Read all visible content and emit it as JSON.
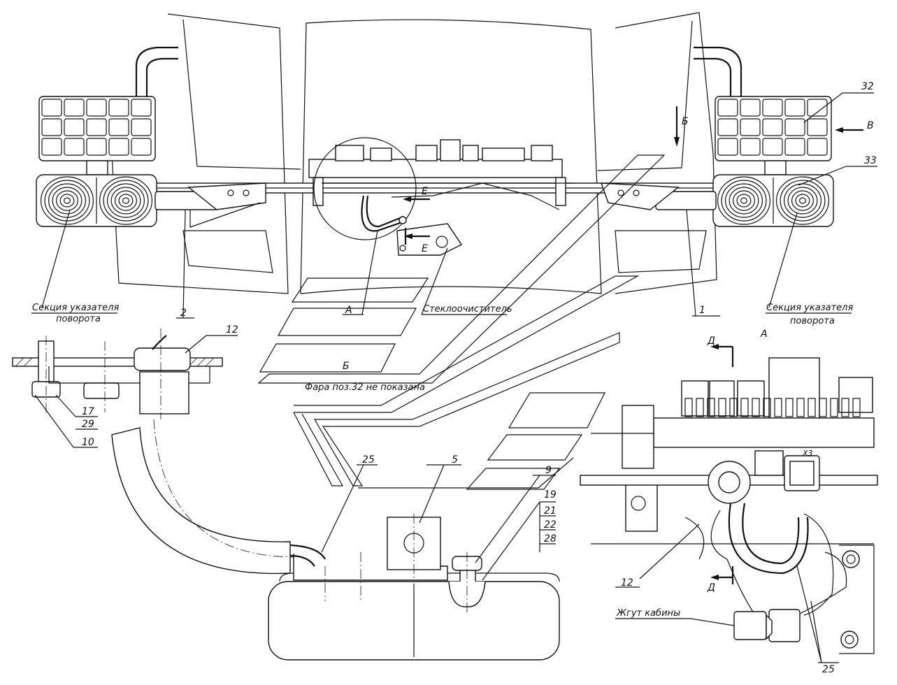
{
  "labels": {
    "pos_32": "32",
    "pos_33": "33",
    "pos_2": "2",
    "pos_1": "1",
    "pos_12_top": "12",
    "pos_17": "17",
    "pos_29": "29",
    "pos_10": "10",
    "pos_25_left": "25",
    "pos_5": "5",
    "pos_9": "9",
    "pos_19": "19",
    "pos_21": "21",
    "pos_22": "22",
    "pos_28": "28",
    "pos_12_right": "12",
    "pos_25_right": "25",
    "view_b": "Б",
    "view_v": "В",
    "view_a": "А",
    "view_b_small": "Б",
    "view_d_top": "Д",
    "view_d_bottom": "Д",
    "view_e1": "Е",
    "view_e2": "Е",
    "view_a_right": "А",
    "connector_x3": "Х3"
  },
  "captions": {
    "turn_signal_left_1": "Секция указателя",
    "turn_signal_left_2": "поворота",
    "turn_signal_right_1": "Секция указателя",
    "turn_signal_right_2": "поворота",
    "wiper": "Стеклоочиститель",
    "headlight_note": "Фара поз.32 не показана",
    "cabin_harness": "Жгут кабины"
  }
}
